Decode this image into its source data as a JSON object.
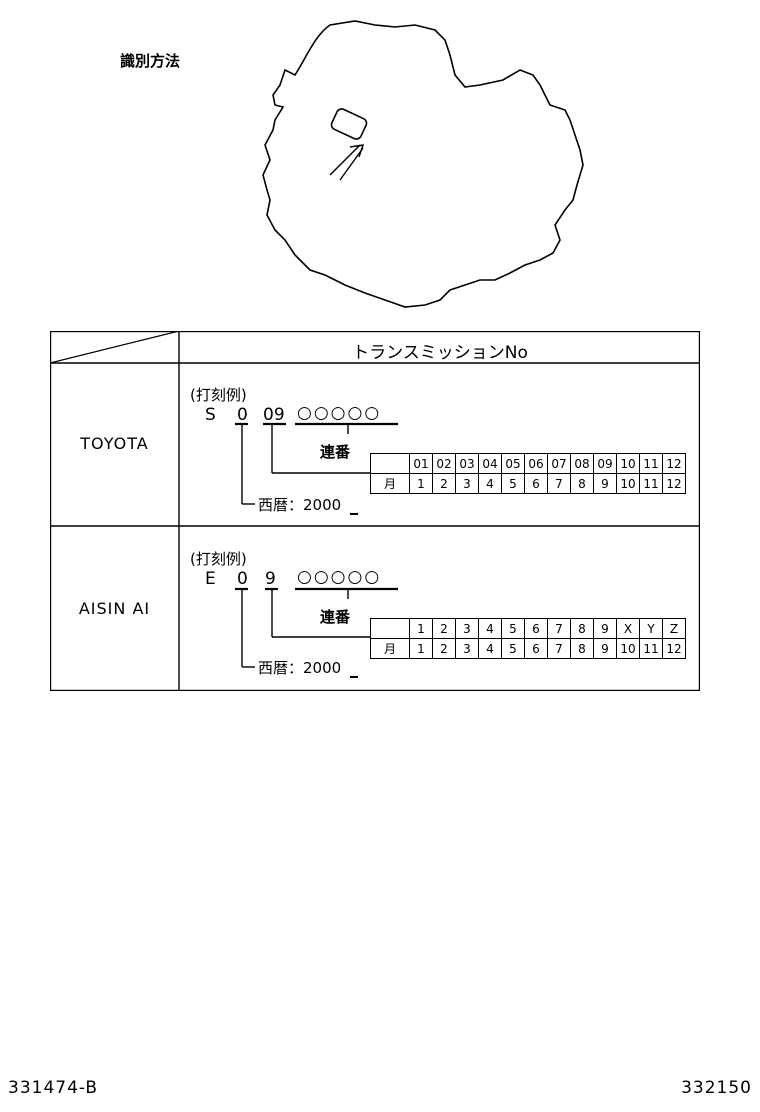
{
  "title": "識別方法",
  "header": "トランスミッションNo",
  "rows": [
    {
      "maker": "TOYOTA",
      "example_label": "(打刻例)",
      "code_first": "S",
      "code_year": "0",
      "code_month": "09",
      "code_serial": "○○○○○",
      "serial_label": "連番",
      "year_label": "西暦：2000",
      "month_label": "月",
      "code_values": [
        "01",
        "02",
        "03",
        "04",
        "05",
        "06",
        "07",
        "08",
        "09",
        "10",
        "11",
        "12"
      ],
      "month_values": [
        "1",
        "2",
        "3",
        "4",
        "5",
        "6",
        "7",
        "8",
        "9",
        "10",
        "11",
        "12"
      ]
    },
    {
      "maker": "AISIN AI",
      "example_label": "(打刻例)",
      "code_first": "E",
      "code_year": "0",
      "code_month": "9",
      "code_serial": "○○○○○",
      "serial_label": "連番",
      "year_label": "西暦：2000",
      "month_label": "月",
      "code_values": [
        "1",
        "2",
        "3",
        "4",
        "5",
        "6",
        "7",
        "8",
        "9",
        "X",
        "Y",
        "Z"
      ],
      "month_values": [
        "1",
        "2",
        "3",
        "4",
        "5",
        "6",
        "7",
        "8",
        "9",
        "10",
        "11",
        "12"
      ]
    }
  ],
  "footer_left": "331474-B",
  "footer_right": "332150"
}
